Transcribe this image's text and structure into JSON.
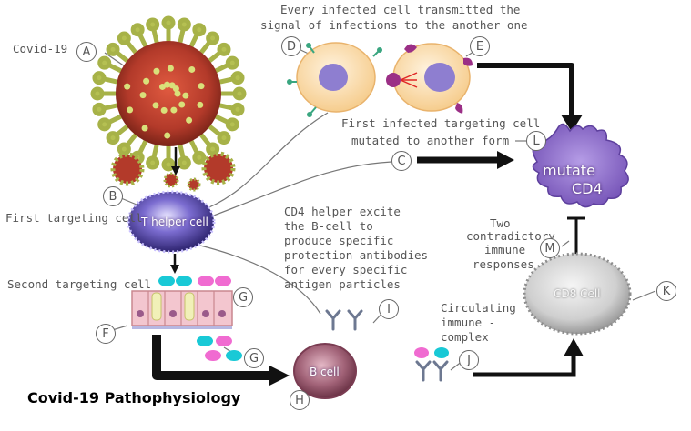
{
  "title": "Covid-19 Pathophysiology",
  "labels": {
    "covid19": "Covid-19",
    "first_targeting_cell": "First targeting cell",
    "second_targeting_cell": "Second targeting cell",
    "every_infected_line1": "Every infected cell transmitted the",
    "every_infected_line2": "signal of infections to the another one",
    "first_infected_line1": "First infected targeting cell",
    "first_infected_line2": "mutated to another form",
    "cd4_excite_line1": "CD4 helper excite",
    "cd4_excite_line2": "the B-cell to",
    "cd4_excite_line3": "produce specific",
    "cd4_excite_line4": "protection antibodies",
    "cd4_excite_line5": "for every specific",
    "cd4_excite_line6": "antigen particles",
    "two_contradictory_line1": "Two",
    "two_contradictory_line2": "contradictory",
    "two_contradictory_line3": "immune",
    "two_contradictory_line4": "responses",
    "circulating_line1": "Circulating",
    "circulating_line2": "immune -",
    "circulating_line3": "complex"
  },
  "cells": {
    "t_helper": "T helper cell",
    "mutate_line1": "mutate",
    "mutate_line2": "CD4",
    "cd8": "CD8 Cell",
    "b_cell": "B cell"
  },
  "markers": {
    "A": "A",
    "B": "B",
    "C": "C",
    "D": "D",
    "E": "E",
    "F": "F",
    "G1": "G",
    "G2": "G",
    "H": "H",
    "I": "I",
    "J": "J",
    "K": "K",
    "L": "L",
    "M": "M"
  },
  "colors": {
    "virus": "#b33a2a",
    "spike": "#a7b248",
    "t_helper": "#5a4aa8",
    "mutate_cd4": "#8d6ac7",
    "b_cell": "#9c5a72",
    "cd8": "#cfcfcf",
    "antigen_cyan": "#19c9d6",
    "antigen_pink": "#f06bd1",
    "arrow": "#111111"
  }
}
